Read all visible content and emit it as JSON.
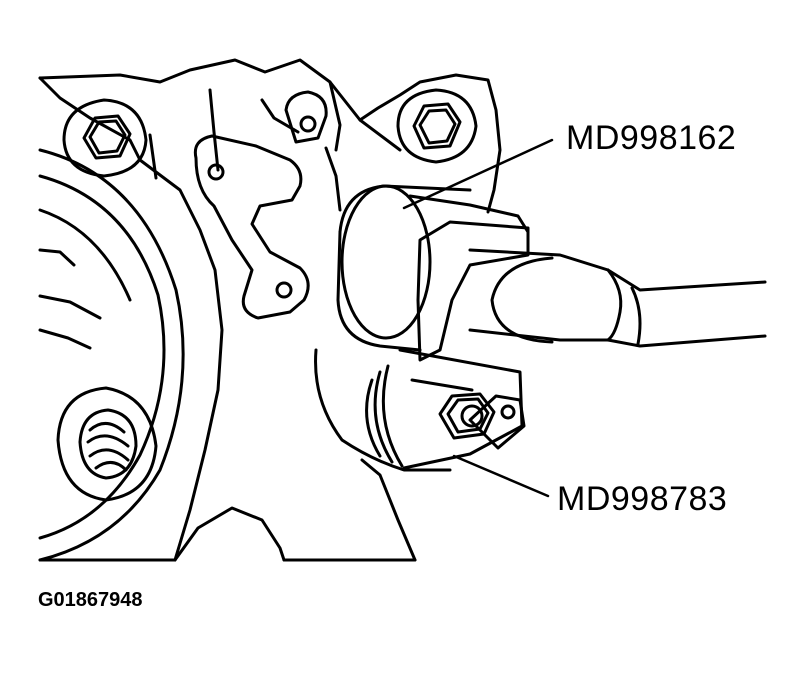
{
  "callouts": {
    "tool_top": "MD998162",
    "tool_bottom": "MD998783"
  },
  "figure_code": "G01867948",
  "colors": {
    "ink": "#000000",
    "paper": "#ffffff"
  }
}
